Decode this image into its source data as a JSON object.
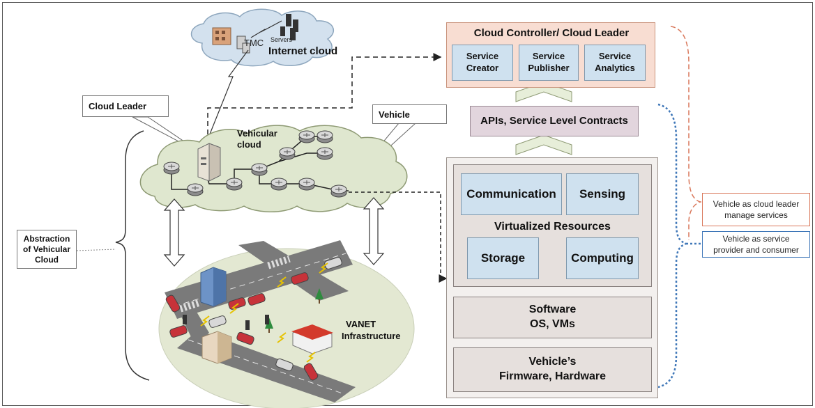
{
  "internet": {
    "tmc": "TMC",
    "servers": "Servers",
    "label": "Internet cloud"
  },
  "callouts": {
    "cloud_leader": "Cloud Leader",
    "vehicle": "Vehicle",
    "abstraction_line1": "Abstraction",
    "abstraction_line2": "of Vehicular",
    "abstraction_line3": "Cloud"
  },
  "vehicular_cloud": {
    "line1": "Vehicular",
    "line2": "cloud"
  },
  "vanet": {
    "line1": "VANET",
    "line2": "Infrastructure"
  },
  "stack": {
    "controller_title": "Cloud Controller/ Cloud Leader",
    "services": [
      {
        "line1": "Service",
        "line2": "Creator"
      },
      {
        "line1": "Service",
        "line2": "Publisher"
      },
      {
        "line1": "Service",
        "line2": "Analytics"
      }
    ],
    "apis": "APIs,  Service Level Contracts",
    "resources": {
      "communication": "Communication",
      "sensing": "Sensing",
      "title": "Virtualized Resources",
      "storage": "Storage",
      "computing": "Computing"
    },
    "software_line1": "Software",
    "software_line2": "OS, VMs",
    "firmware_line1": "Vehicle’s",
    "firmware_line2": "Firmware, Hardware"
  },
  "legend": {
    "leader_line1": "Vehicle as cloud leader",
    "leader_line2": "manage services",
    "provider_line1": "Vehicle as service",
    "provider_line2": "provider and consumer"
  },
  "colors": {
    "controller_fill": "#f8ddd2",
    "controller_border": "#c9927b",
    "apis_fill": "#e2d5dd",
    "stack_fill": "#e6e0dd",
    "resource_fill": "#cfe1ef",
    "cloud_fill": "#dfe7cf",
    "ground_fill": "#e3e8d2",
    "leader_accent": "#d9775a",
    "provider_accent": "#3f77b8"
  }
}
